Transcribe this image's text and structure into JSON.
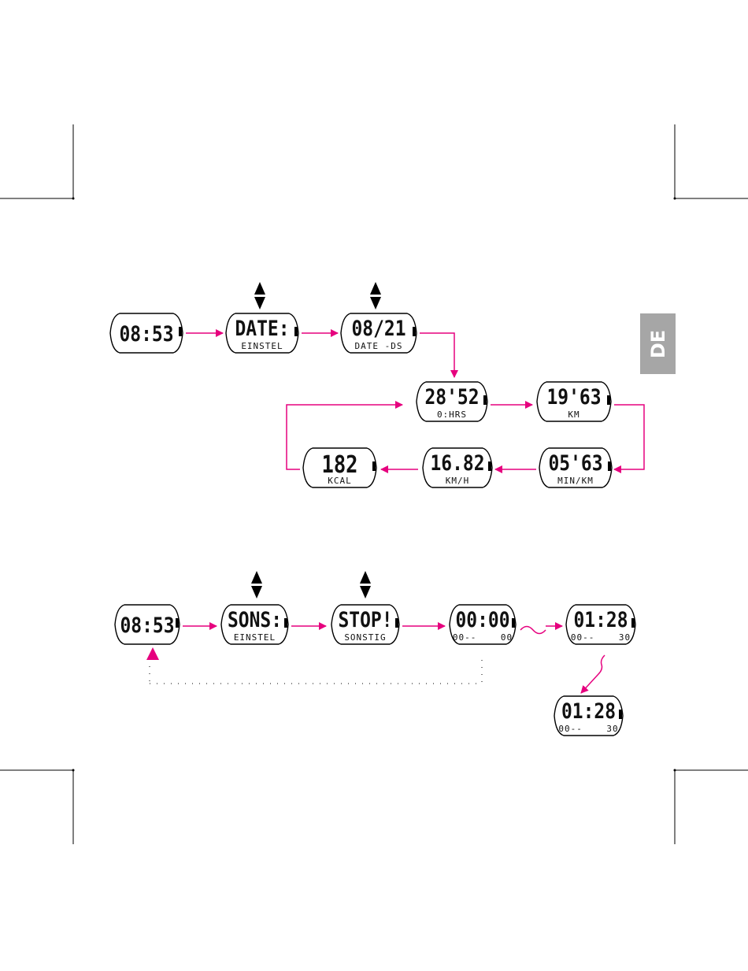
{
  "tab": {
    "label": "DE"
  },
  "colors": {
    "accent": "#e6007e",
    "line": "#000000",
    "tab": "#a6a6a6"
  },
  "icons": [
    "up-down-arrow-icon",
    "up-arrow-icon"
  ],
  "displays": [
    {
      "id": "time-1",
      "main": "08:53",
      "sub": ""
    },
    {
      "id": "date-setting",
      "main": "DATE:",
      "sub": "EINSTEL"
    },
    {
      "id": "date-value",
      "main": "08/21",
      "sub": "DATE -DS"
    },
    {
      "id": "hours",
      "main": "28'52",
      "sub": "0:HRS"
    },
    {
      "id": "distance",
      "main": "19'63",
      "sub": "KM"
    },
    {
      "id": "pace",
      "main": "05'63",
      "sub": "MIN/KM"
    },
    {
      "id": "speed",
      "main": "16.82",
      "sub": "KM/H"
    },
    {
      "id": "calories",
      "main": "182",
      "sub": "KCAL"
    },
    {
      "id": "time-2",
      "main": "08:53",
      "sub": ""
    },
    {
      "id": "sounds-setting",
      "main": "SONS:",
      "sub": "EINSTEL"
    },
    {
      "id": "stop-setting",
      "main": "STOP!",
      "sub": "SONSTIG"
    },
    {
      "id": "stopwatch-zero",
      "main": "00:00",
      "sub": "00--    00"
    },
    {
      "id": "stopwatch-running",
      "main": "01:28",
      "sub": "00--    30"
    },
    {
      "id": "stopwatch-paused",
      "main": "01:28",
      "sub": "00--    30"
    }
  ]
}
